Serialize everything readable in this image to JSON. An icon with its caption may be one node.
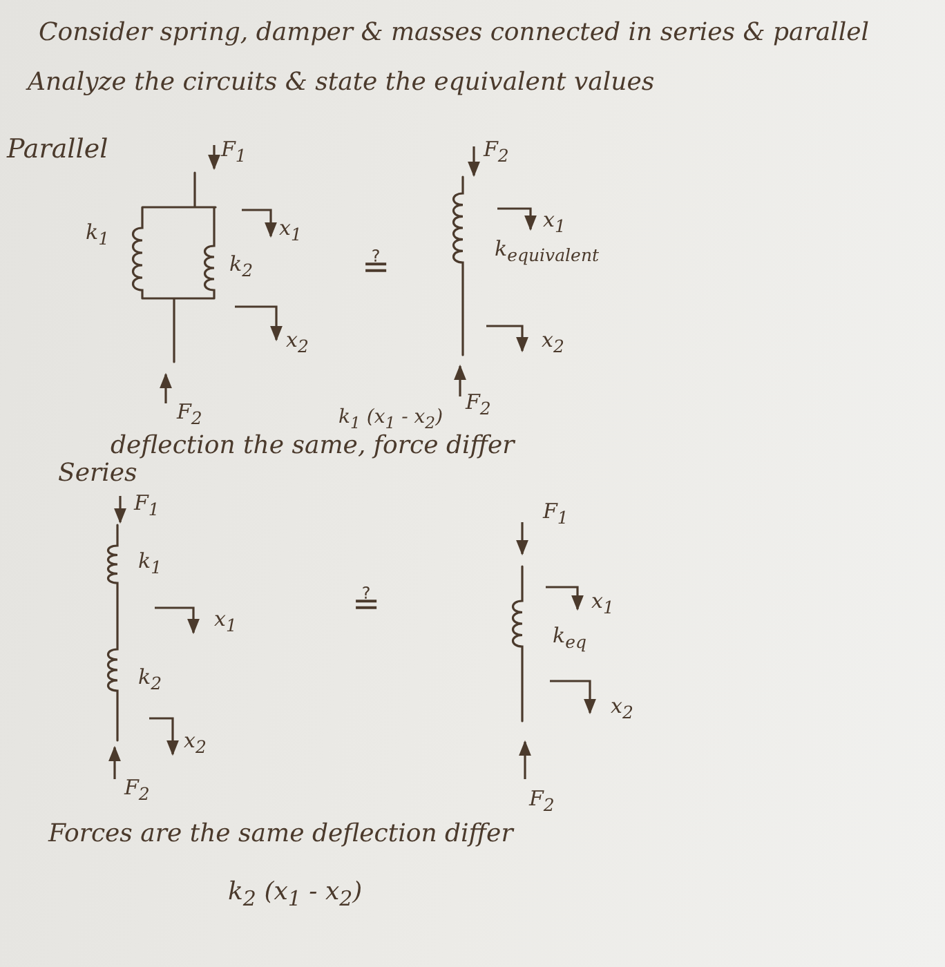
{
  "diagram": {
    "title": "Consider spring, damper & masses connected in series & parallel",
    "labels": [
      "Analyze the circuits & state the equivalent values",
      "Parallel",
      "F$_{1}$",
      "F$_{2}$",
      "x$_{1}$",
      "x$_{1}$",
      "k$_{1}$",
      "k$_{2}$",
      "≟",
      "k$_{equivalent}$",
      "x$_{2}$",
      "x$_{2}$",
      "F$_{2}$",
      "F$_{2}$",
      "k$_{1}$ (x$_{1}$ - x$_{2}$)",
      "deflection the same, force differ",
      "Series",
      "F$_{1}$",
      "F$_{1}$",
      "k$_{1}$",
      "≟",
      "x$_{1}$",
      "x$_{1}$",
      "k$_{eq}$",
      "k$_{2}$",
      "x$_{2}$",
      "x$_{2}$",
      "F$_{2}$",
      "F$_{2}$",
      "Forces are the same deflection differ",
      "k$_{2}$ (x$_{1}$ - x$_{2}$)"
    ]
  }
}
